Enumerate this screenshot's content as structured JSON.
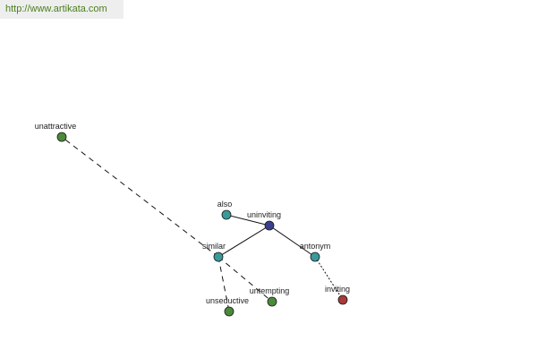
{
  "header": {
    "url": "http://www.artikata.com"
  },
  "diagram": {
    "nodes": [
      {
        "id": "uninviting",
        "label": "uninviting",
        "color": "#3b3f8c"
      },
      {
        "id": "also",
        "label": "also",
        "color": "#3a9a9a"
      },
      {
        "id": "similar",
        "label": "similar",
        "color": "#3a9a9a"
      },
      {
        "id": "antonym",
        "label": "antonym",
        "color": "#3a9a9a"
      },
      {
        "id": "unattractive",
        "label": "unattractive",
        "color": "#4a8a3a"
      },
      {
        "id": "unseductive",
        "label": "unseductive",
        "color": "#4a8a3a"
      },
      {
        "id": "untempting",
        "label": "untempting",
        "color": "#4a8a3a"
      },
      {
        "id": "inviting",
        "label": "inviting",
        "color": "#a83a3a"
      }
    ],
    "edges": [
      {
        "from": "uninviting",
        "to": "also",
        "style": "solid"
      },
      {
        "from": "uninviting",
        "to": "similar",
        "style": "solid"
      },
      {
        "from": "uninviting",
        "to": "antonym",
        "style": "solid"
      },
      {
        "from": "similar",
        "to": "unattractive",
        "style": "dashed"
      },
      {
        "from": "similar",
        "to": "unseductive",
        "style": "dashed"
      },
      {
        "from": "similar",
        "to": "untempting",
        "style": "dashed"
      },
      {
        "from": "antonym",
        "to": "inviting",
        "style": "dotted"
      }
    ]
  }
}
